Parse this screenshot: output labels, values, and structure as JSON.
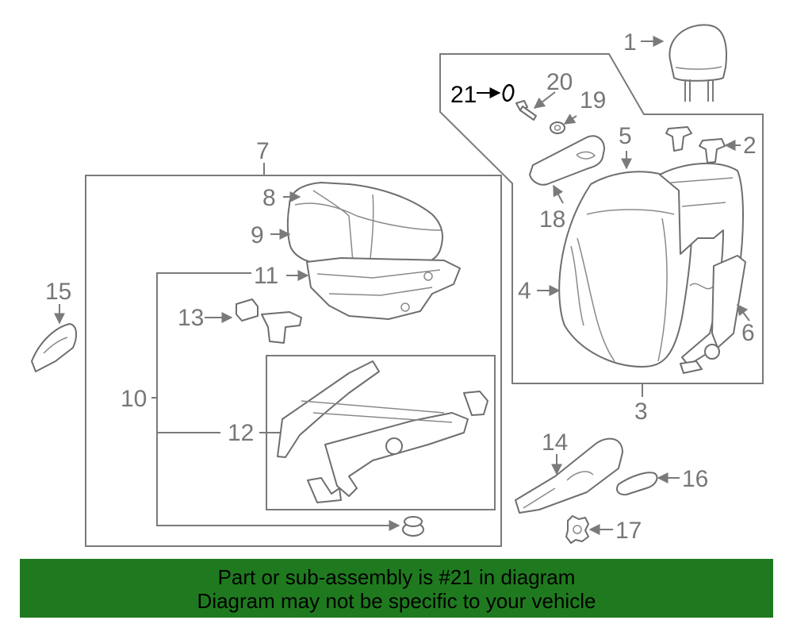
{
  "diagram": {
    "callouts": [
      "1",
      "2",
      "3",
      "4",
      "5",
      "6",
      "7",
      "8",
      "9",
      "10",
      "11",
      "12",
      "13",
      "14",
      "15",
      "16",
      "17",
      "18",
      "19",
      "20",
      "21"
    ],
    "highlighted_part": "21"
  },
  "banner": {
    "line1": "Part or sub-assembly is #21 in diagram",
    "line2": "Diagram may not be specific to your vehicle",
    "background": "#1f7a1f"
  }
}
